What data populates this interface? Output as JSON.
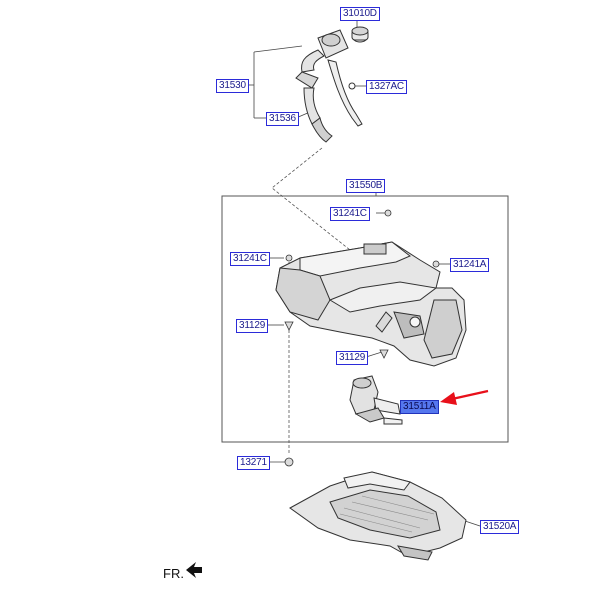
{
  "labels": {
    "p31010d": "31010D",
    "p31530": "31530",
    "p1327ac": "1327AC",
    "p31536": "31536",
    "p31550b": "31550B",
    "p31241c_top": "31241C",
    "p31241c_left": "31241C",
    "p31241a": "31241A",
    "p31129_left": "31129",
    "p31129_mid": "31129",
    "p31511a": "31511A",
    "p13271": "13271",
    "p31520a": "31520A"
  },
  "direction": {
    "label": "FR."
  },
  "colors": {
    "label_border": "#2b2bd9",
    "label_text": "#1a1a8c",
    "highlight_fill": "#5577ee",
    "pointer_arrow": "#e8101a",
    "part_stroke": "#333333",
    "part_fill": "#e9e9e9"
  }
}
